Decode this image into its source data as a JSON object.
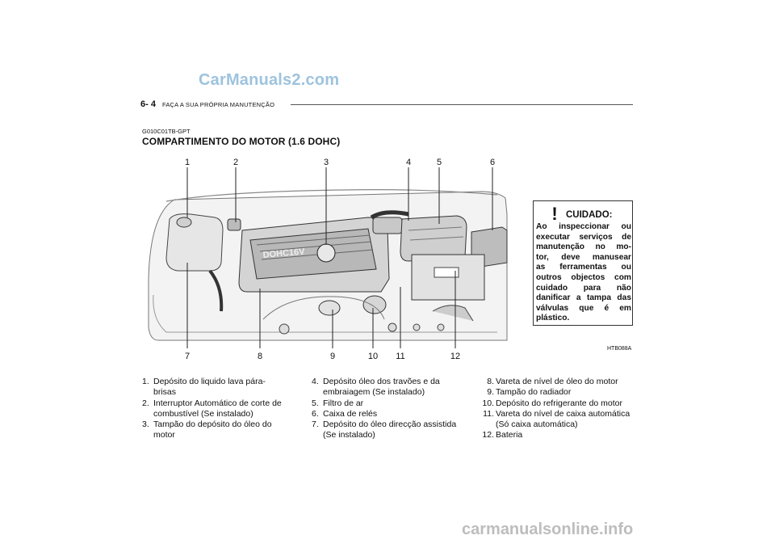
{
  "watermark": "CarManuals2.com",
  "header": {
    "page_number": "6- 4",
    "section": "FAÇA A SUA PRÓPRIA MANUTENÇÃO"
  },
  "doc_code": "G010C01TB-GPT",
  "title": "COMPARTIMENTO DO MOTOR (1.6  DOHC)",
  "figure": {
    "id": "HTB088A",
    "engine_text": "DOHC16V",
    "top_labels": [
      "1",
      "2",
      "3",
      "4",
      "5",
      "6"
    ],
    "bottom_labels": [
      "7",
      "8",
      "9",
      "10",
      "11",
      "12"
    ]
  },
  "caution": {
    "symbol": "!",
    "title": "CUIDADO:",
    "lines": [
      "Ao inspeccionar ou",
      "executar serviços de",
      "manutenção no mo-",
      "tor, deve manusear",
      "as ferramentas ou",
      "outros objectos com",
      "cuidado para não",
      "danificar a tampa das",
      "válvulas que é em",
      "plástico."
    ]
  },
  "list": {
    "col1": [
      {
        "n": "1.",
        "lines": [
          "Depósito do liquido lava pára-",
          "brisas"
        ]
      },
      {
        "n": "2.",
        "lines": [
          "Interruptor Automático de corte de",
          "combustível (Se instalado)"
        ]
      },
      {
        "n": "3.",
        "lines": [
          "Tampão do depósito do óleo do",
          "motor"
        ]
      }
    ],
    "col2": [
      {
        "n": "4.",
        "lines": [
          "Depósito óleo dos travões e da",
          "embraiagem (Se instalado)"
        ]
      },
      {
        "n": "5.",
        "lines": [
          "Filtro de ar"
        ]
      },
      {
        "n": "6.",
        "lines": [
          "Caixa de relés"
        ]
      },
      {
        "n": "7.",
        "lines": [
          "Depósito do óleo direcção assistida",
          "(Se instalado)"
        ]
      }
    ],
    "col3": [
      {
        "n": "8.",
        "lines": [
          "Vareta de nível de óleo do motor"
        ]
      },
      {
        "n": "9.",
        "lines": [
          "Tampão do radiador"
        ]
      },
      {
        "n": "10.",
        "lines": [
          "Depósito do refrigerante do motor"
        ]
      },
      {
        "n": "11.",
        "lines": [
          "Vareta do nível de caixa automática",
          "(Só caixa automática)"
        ]
      },
      {
        "n": "12.",
        "lines": [
          "Bateria"
        ]
      }
    ]
  },
  "footer": "carmanualsonline.info"
}
